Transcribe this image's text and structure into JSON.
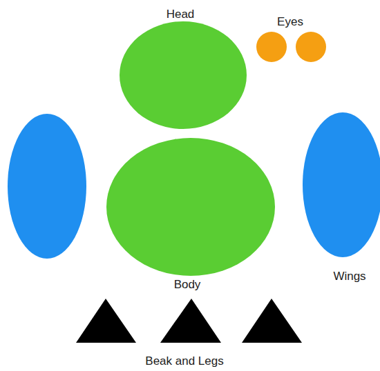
{
  "diagram": {
    "labels": [
      "Head",
      "Eyes",
      "Wings",
      "Body",
      "Beak and Legs"
    ]
  }
}
